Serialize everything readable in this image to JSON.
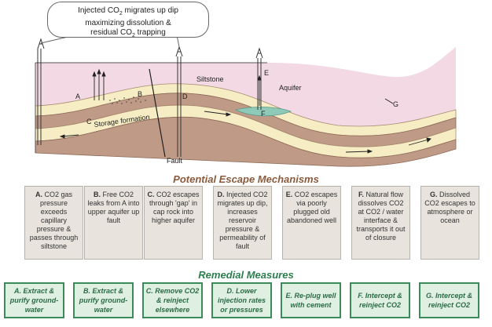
{
  "callout": {
    "line1_pre": "Injected  CO",
    "line1_sub": "2",
    "line1_post": " migrates up dip",
    "line2": "maximizing dissolution &",
    "line3_pre": "residual CO",
    "line3_sub": "2",
    "line3_post": " trapping"
  },
  "diagram": {
    "labels": {
      "siltstone": "Siltstone",
      "aquifer": "Aquifer",
      "storage_formation": "Storage formation",
      "fault": "Fault"
    },
    "letters": [
      "A",
      "B",
      "C",
      "D",
      "E",
      "F",
      "G"
    ]
  },
  "sections": {
    "escape_title": "Potential Escape Mechanisms",
    "remedy_title": "Remedial Measures"
  },
  "mechanisms": [
    {
      "letter": "A.",
      "text": "CO2 gas pressure exceeds capillary pressure & passes through siltstone"
    },
    {
      "letter": "B.",
      "text": "Free CO2 leaks from A into upper aquifer up fault"
    },
    {
      "letter": "C.",
      "text": "CO2 escapes through 'gap' in cap rock into higher aquifer"
    },
    {
      "letter": "D.",
      "text": "Injected CO2 migrates up dip, increases reservoir pressure & permeability of fault"
    },
    {
      "letter": "E.",
      "text": "CO2 escapes via poorly plugged old abandoned well"
    },
    {
      "letter": "F.",
      "text": "Natural flow dissolves CO2 at CO2 / water interface & transports it out of closure"
    },
    {
      "letter": "G.",
      "text": "Dissolved CO2 escapes to atmosphere or ocean"
    }
  ],
  "remedies": [
    {
      "letter": "A.",
      "text": "Extract & purify ground-water"
    },
    {
      "letter": "B.",
      "text": "Extract & purify ground-water"
    },
    {
      "letter": "C.",
      "text": "Remove CO2 & reinject elsewhere"
    },
    {
      "letter": "D.",
      "text": "Lower injection rates or pressures"
    },
    {
      "letter": "E.",
      "text": "Re-plug well with cement"
    },
    {
      "letter": "F.",
      "text": "Intercept & reinject CO2"
    },
    {
      "letter": "G.",
      "text": "Intercept & reinject CO2"
    }
  ],
  "colors": {
    "siltstone": "#f2d9e4",
    "aquifer": "#f6edc4",
    "shale": "#bf9a86",
    "escape_title": "#8b5a3c",
    "remedy_title": "#2b7d4e"
  }
}
